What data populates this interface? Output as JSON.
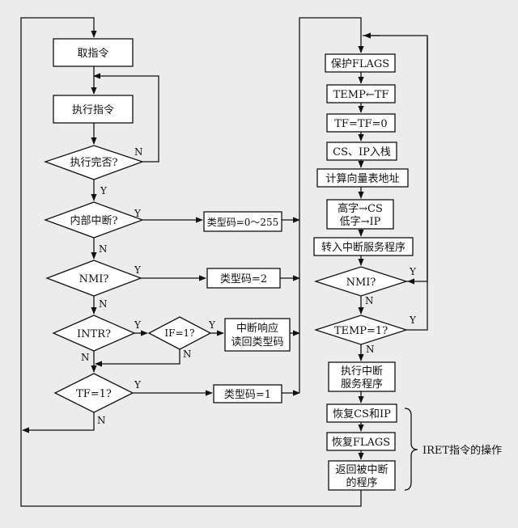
{
  "nodes": {
    "fetch": "取指令",
    "execute": "执行指令",
    "exec_done": "执行完否?",
    "internal_int": "内部中断?",
    "type_0_255": "类型码=0～255",
    "nmi": "NMI?",
    "type_2": "类型码=2",
    "intr": "INTR?",
    "if_check": "IF=1?",
    "int_ack_line1": "中断响应",
    "int_ack_line2": "读回类型码",
    "tf_check": "TF=1?",
    "type_1": "类型码=1",
    "save_flags": "保护FLAGS",
    "temp_tf": "TEMP←TF",
    "tf_zero": "TF=TF=0",
    "push_cs_ip": "CS、IP入栈",
    "calc_vector": "计算向量表地址",
    "high_cs": "高字→CS",
    "low_ip": "低字→IP",
    "goto_isr": "转入中断服务程序",
    "nmi2": "NMI?",
    "temp_check": "TEMP=1?",
    "exec_isr_line1": "执行中断",
    "exec_isr_line2": "服务程序",
    "restore_cs_ip": "恢复CS和IP",
    "restore_flags": "恢复FLAGS",
    "return_line1": "返回被中断",
    "return_line2": "的程序",
    "iret_label": "IRET指令的操作"
  },
  "edges": {
    "yes": "Y",
    "no": "N"
  }
}
